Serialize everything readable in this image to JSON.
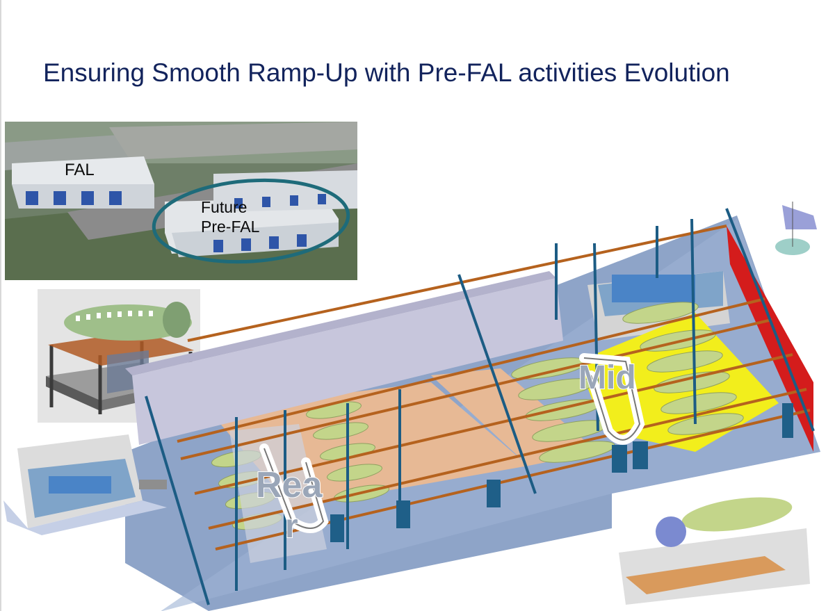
{
  "slide": {
    "title": "Ensuring Smooth Ramp-Up with Pre-FAL activities Evolution"
  },
  "aerial_photo": {
    "fal_label": "FAL",
    "future_label_line1": "Future",
    "future_label_line2": "Pre-FAL",
    "highlight_color": "#1e6b7a"
  },
  "layout_drawing": {
    "rear_label": "Rea",
    "rear_label_tail": "r",
    "mid_label": "Mid",
    "beam_color": "#b5621e",
    "column_color": "#1c5c84",
    "floor_color": "#e7b995",
    "wall_color": "#d41c1c",
    "zone_color": "#f2ee1c",
    "fuselage_color": "#c3d58a"
  }
}
